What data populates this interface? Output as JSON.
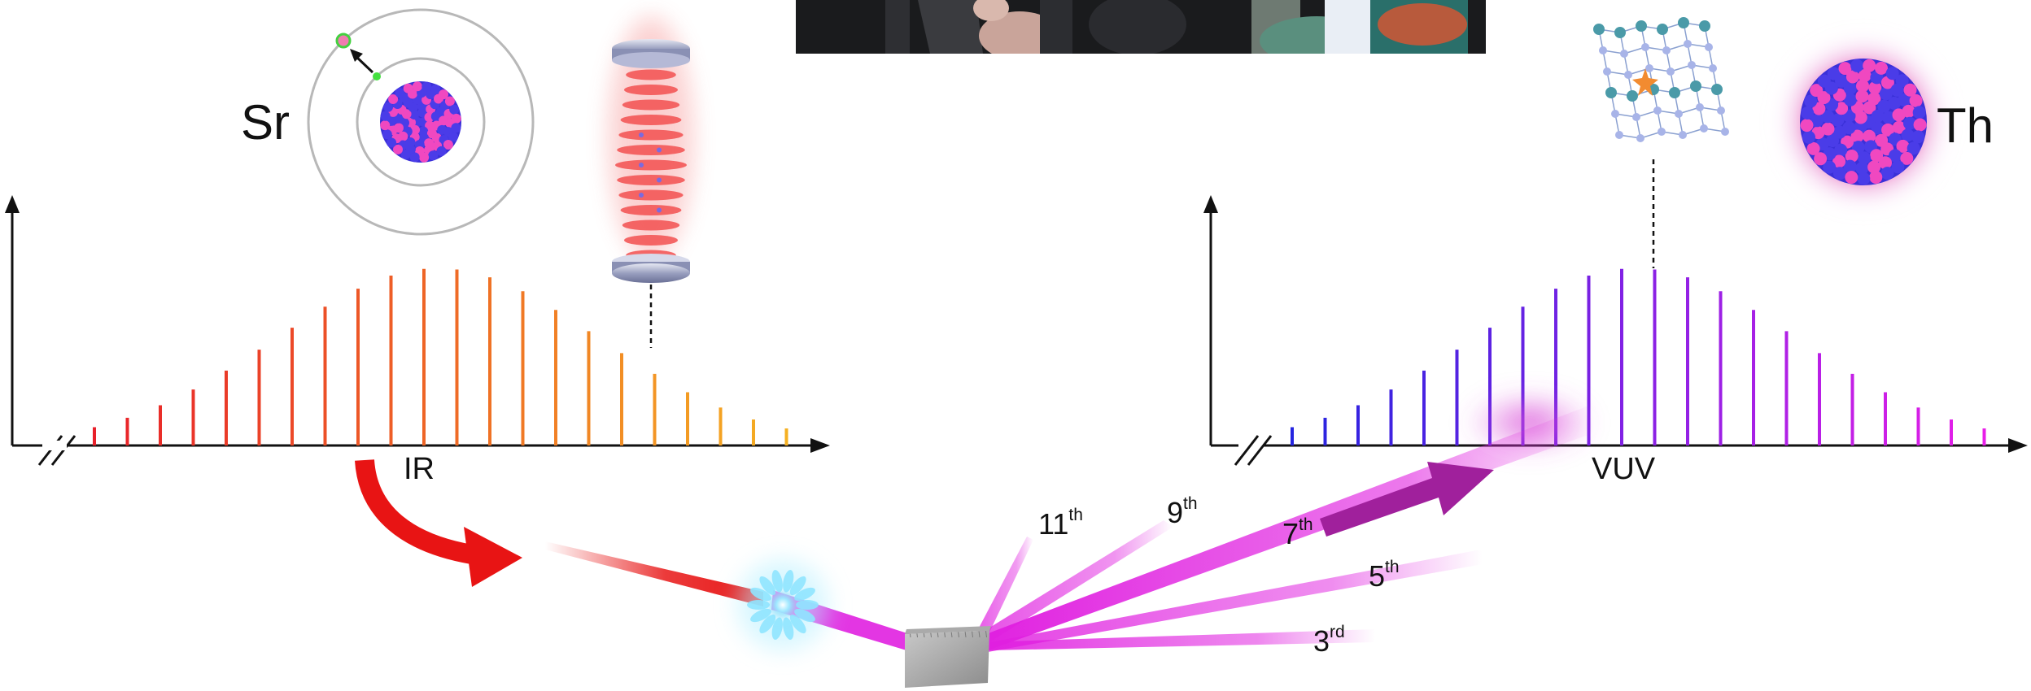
{
  "labels": {
    "sr": "Sr",
    "th": "Th",
    "ir": "IR",
    "vuv": "VUV"
  },
  "harmonics": [
    {
      "num": "11",
      "suffix": "th"
    },
    {
      "num": "9",
      "suffix": "th"
    },
    {
      "num": "7",
      "suffix": "th"
    },
    {
      "num": "5",
      "suffix": "th"
    },
    {
      "num": "3",
      "suffix": "rd"
    }
  ],
  "icons": {
    "atom": "strontium-atom-icon",
    "cavity": "optical-cavity-icon",
    "crystal": "crystal-lattice-icon",
    "nucleus": "thorium-nucleus-icon",
    "plasma": "plasma-spark-icon",
    "target": "solid-target-icon"
  },
  "colors": {
    "ir_start": "#e8202a",
    "ir_end": "#f5b022",
    "vuv_start": "#2424e0",
    "vuv_end": "#e81ee8",
    "beam_ir": "#e8181e",
    "beam_vuv": "#e020e0",
    "arrow_red": "#e81414",
    "arrow_purple": "#a0209c"
  }
}
